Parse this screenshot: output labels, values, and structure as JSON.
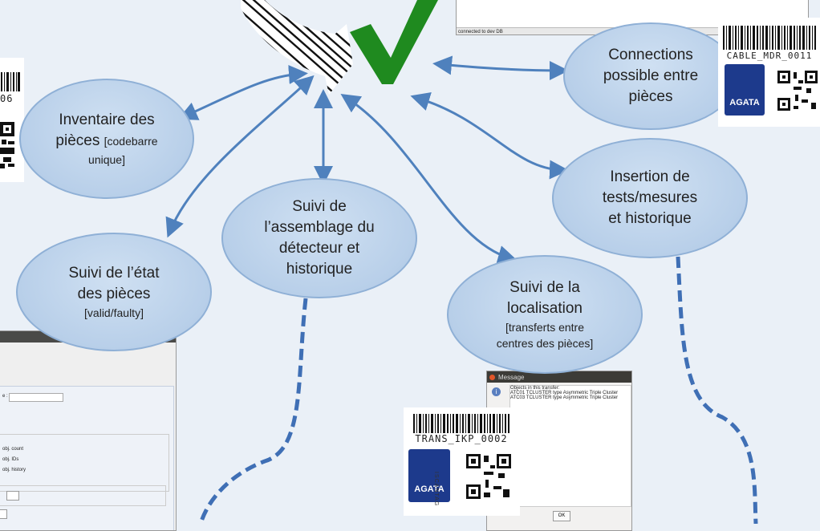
{
  "bubbles": {
    "inventaire": {
      "line1": "Inventaire des",
      "line2": "pièces",
      "note1": "[codebarre",
      "note2": "unique]"
    },
    "etat": {
      "line1": "Suivi de l’état",
      "line2": "des pièces",
      "note": "[valid/faulty]"
    },
    "assemblage": {
      "line1": "Suivi de",
      "line2": "l’assemblage du",
      "line3": "détecteur et",
      "line4": "historique"
    },
    "localisation": {
      "line1": "Suivi de la",
      "line2": "localisation",
      "note1": "[transferts entre",
      "note2": "centres des pièces]"
    },
    "insertion": {
      "line1": "Insertion de",
      "line2": "tests/mesures",
      "line3": "et historique"
    },
    "connections": {
      "line1": "Connections",
      "line2": "possible entre",
      "line3": "pièces"
    }
  },
  "tags": {
    "cable": {
      "code": "CABLE_MDR_0011",
      "logo": "AGATA"
    },
    "trans": {
      "code": "TRANS_IKP_0002",
      "logo": "AGATA",
      "side": "ISCANTAG"
    },
    "left": {
      "code": "06"
    }
  },
  "windows": {
    "top": {
      "status": "connected to dev DB"
    },
    "message": {
      "title": "Message",
      "lines": [
        "Objects in this transfer:",
        "ATC01 TCLUSTER type Asymmetric Triple Cluster",
        "ATC03 TCLUSTER type Asymmetric Triple Cluster"
      ],
      "ok_label": "OK"
    },
    "app": {
      "field_label": "e :",
      "options": [
        "obj. count",
        "obj. IDs",
        "obj. history"
      ]
    }
  },
  "colors": {
    "arrow": "#4f81bd",
    "check": "#1f8a1f",
    "bubble_fill": "#b8cfe9",
    "agata_blue": "#1d3a8c"
  }
}
